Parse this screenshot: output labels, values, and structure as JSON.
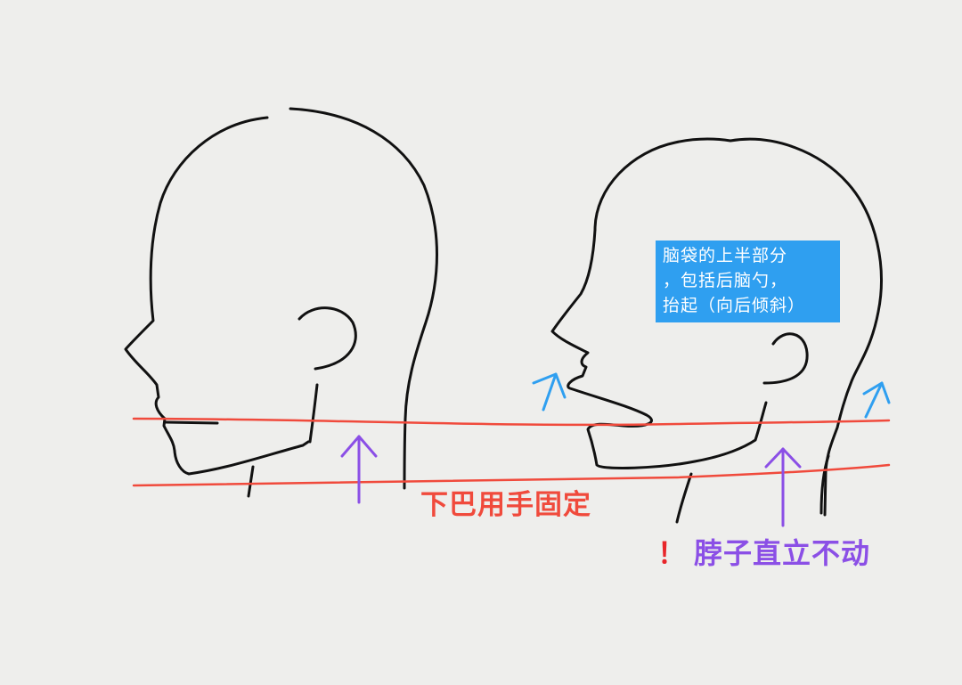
{
  "annotations": {
    "callout_lines": [
      "脑袋的上半部分",
      "，包括后脑勺，",
      "抬起（向后倾斜）"
    ],
    "chin_label": "下巴用手固定",
    "neck_mark": "！",
    "neck_label": "脖子直立不动"
  },
  "colors": {
    "background": "#eeeeec",
    "outline": "#111111",
    "guide_line": "#f04a3c",
    "arrow_up": "#8b4fe6",
    "tilt_arrow": "#2f9ff0",
    "callout_bg": "#2f9ff0",
    "warning": "#e8262a"
  }
}
